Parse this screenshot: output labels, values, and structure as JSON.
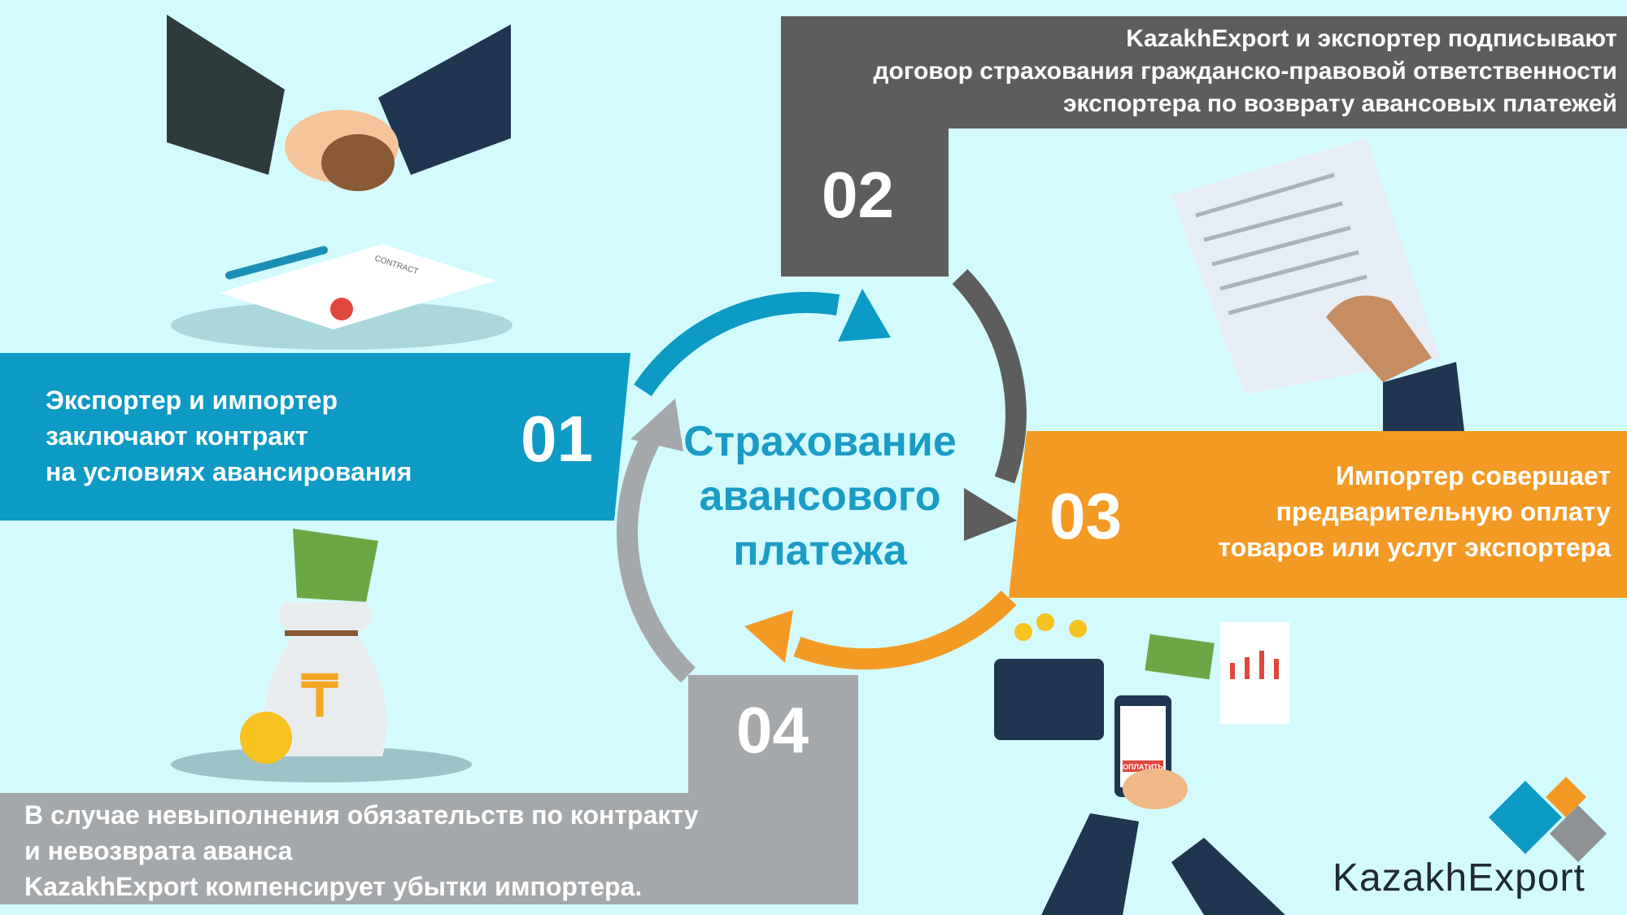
{
  "center_title": [
    "Страхование",
    "авансового",
    "платежа"
  ],
  "steps": [
    {
      "number": "01",
      "lines": [
        "Экспортер и импортер",
        "заключают контракт",
        "на условиях авансирования"
      ],
      "color": "#0d9ac4"
    },
    {
      "number": "02",
      "lines": [
        "KazakhExport и экспортер подписывают",
        "договор страхования гражданско-правовой ответственности",
        "экспортера  по возврату авансовых платежей"
      ],
      "color": "#5d5d5d"
    },
    {
      "number": "03",
      "lines": [
        "Импортер совершает",
        "предварительную оплату",
        "товаров или услуг экспортера"
      ],
      "color": "#f39a25"
    },
    {
      "number": "04",
      "lines": [
        "В случае невыполнения обязательств по контракту",
        "и невозврата аванса",
        "KazakhExport компенсирует убытки импортера."
      ],
      "color": "#a5a8ab"
    }
  ],
  "illustrations": {
    "contract_label": "CONTRACT",
    "pay_button": "ОПЛАТИТЬ",
    "currency_symbol": "₸"
  },
  "logo": {
    "text": "KazakhExport"
  }
}
